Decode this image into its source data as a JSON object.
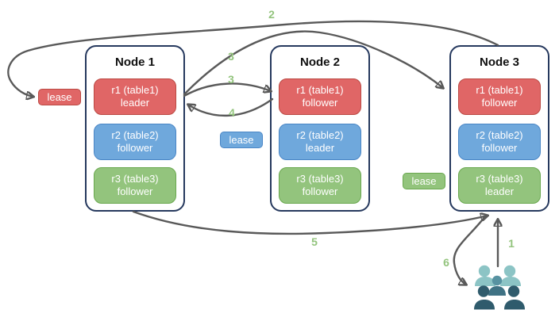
{
  "nodes": [
    {
      "title": "Node 1",
      "replicas": [
        {
          "name": "r1 (table1)",
          "role": "leader",
          "color": "#E06666"
        },
        {
          "name": "r2 (table2)",
          "role": "follower",
          "color": "#6FA8DC"
        },
        {
          "name": "r3 (table3)",
          "role": "follower",
          "color": "#93C47D"
        }
      ]
    },
    {
      "title": "Node 2",
      "replicas": [
        {
          "name": "r1 (table1)",
          "role": "follower",
          "color": "#E06666"
        },
        {
          "name": "r2 (table2)",
          "role": "leader",
          "color": "#6FA8DC"
        },
        {
          "name": "r3 (table3)",
          "role": "follower",
          "color": "#93C47D"
        }
      ]
    },
    {
      "title": "Node 3",
      "replicas": [
        {
          "name": "r1 (table1)",
          "role": "follower",
          "color": "#E06666"
        },
        {
          "name": "r2 (table2)",
          "role": "follower",
          "color": "#6FA8DC"
        },
        {
          "name": "r3 (table3)",
          "role": "leader",
          "color": "#93C47D"
        }
      ]
    }
  ],
  "leases": [
    {
      "label": "lease",
      "color": "#E06666"
    },
    {
      "label": "lease",
      "color": "#6FA8DC"
    },
    {
      "label": "lease",
      "color": "#93C47D"
    }
  ],
  "steps": [
    "1",
    "2",
    "3",
    "3",
    "4",
    "5",
    "6"
  ],
  "icons": {
    "users_group": "users-group-icon"
  },
  "colors": {
    "replica_red": "#E06666",
    "replica_red_border": "#BB4A44",
    "replica_blue": "#6FA8DC",
    "replica_blue_border": "#4A86C6",
    "replica_green": "#93C47D",
    "replica_green_border": "#6AA84F",
    "node_border": "#26395E",
    "arrow": "#595959",
    "step_label": "#93C47D",
    "users_light": "#8CC4C5",
    "users_mid": "#5792A1",
    "users_mid_dark": "#3F7284",
    "users_dark": "#2F5B6C"
  }
}
